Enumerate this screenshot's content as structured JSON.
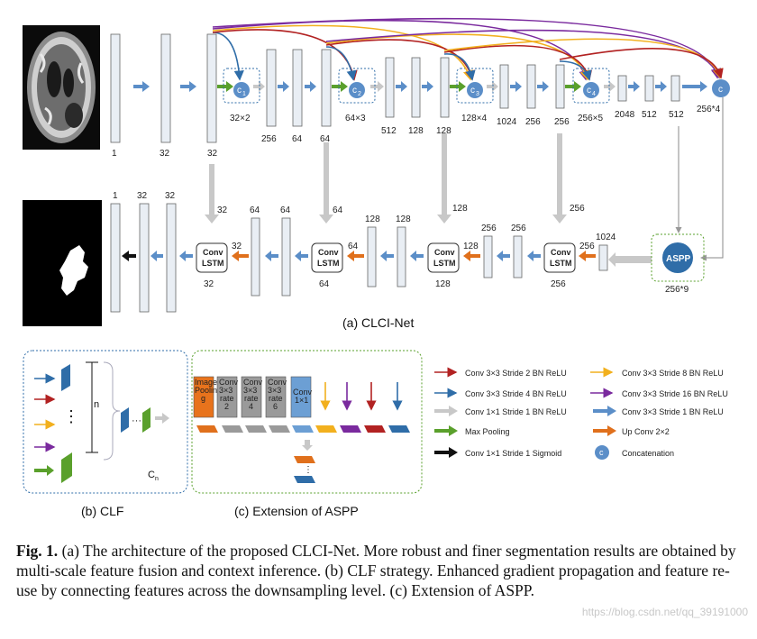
{
  "fig_a": {
    "title": "(a) CLCI-Net",
    "enc_labels": [
      "1",
      "32",
      "32",
      "256",
      "64",
      "64",
      "512",
      "128",
      "128",
      "1024",
      "256",
      "256",
      "2048",
      "512",
      "512"
    ],
    "concat_labels": [
      "32×2",
      "64×3",
      "128×4",
      "256×5",
      "256*4"
    ],
    "aspp_label": "ASPP",
    "aspp_size": "256*9",
    "dec_top": [
      "1",
      "32",
      "32",
      "64",
      "64",
      "128",
      "128",
      "256",
      "256",
      "1024"
    ],
    "dec_side": [
      "32",
      "64",
      "128",
      "256"
    ],
    "dec_small": [
      "32",
      "64",
      "128",
      "256"
    ],
    "dec_bottom": [
      "32",
      "64",
      "128",
      "256"
    ],
    "lstm_line1": "Conv",
    "lstm_line2": "LSTM",
    "c_symbol": "c",
    "c_subs": [
      "1",
      "2",
      "3",
      "4"
    ]
  },
  "fig_b": {
    "title": "(b) CLF",
    "n_label": "n",
    "cn_label": "C",
    "cn_sub": "n",
    "dots": "⋮",
    "hdots": "···"
  },
  "fig_c": {
    "title": "(c) Extension of ASPP",
    "branches": [
      {
        "l1": "Image",
        "l2": "Poolin",
        "l3": "g",
        "color": "#e8731c"
      },
      {
        "l1": "Conv",
        "l2": "3×3",
        "l3": "rate",
        "l4": "2",
        "color": "#9a9a9a"
      },
      {
        "l1": "Conv",
        "l2": "3×3",
        "l3": "rate",
        "l4": "4",
        "color": "#9a9a9a"
      },
      {
        "l1": "Conv",
        "l2": "3×3",
        "l3": "rate",
        "l4": "6",
        "color": "#9a9a9a"
      },
      {
        "l1": "Conv",
        "l2": "1×1",
        "color": "#6c9fd4"
      }
    ]
  },
  "legend": [
    {
      "text": "Conv 3×3 Stride  2  BN ReLU",
      "color": "#b22222",
      "type": "line"
    },
    {
      "text": "Conv 3×3 Stride  4  BN ReLU",
      "color": "#2f6da8",
      "type": "line"
    },
    {
      "text": "Conv 1×1 Stride  1  BN ReLU",
      "color": "#c8c8c8",
      "type": "block"
    },
    {
      "text": "Max Pooling",
      "color": "#5aa02c",
      "type": "block"
    },
    {
      "text": "Conv 1×1 Stride  1  Sigmoid",
      "color": "#111111",
      "type": "block"
    },
    {
      "text": "Conv 3×3 Stride  8  BN ReLU",
      "color": "#f2b01e",
      "type": "line"
    },
    {
      "text": "Conv 3×3 Stride 16 BN ReLU",
      "color": "#7a2a9e",
      "type": "line"
    },
    {
      "text": "Conv 3×3 Stride  1  BN ReLU",
      "color": "#5b8ec8",
      "type": "block"
    },
    {
      "text": "Up  Conv 2×2",
      "color": "#e0701c",
      "type": "block"
    },
    {
      "text": "Concatenation",
      "color": "#5b8ec8",
      "type": "circle"
    }
  ],
  "caption": {
    "fig": "Fig. 1.",
    "text": " (a) The architecture of the proposed CLCI-Net. More robust and finer segmentation results are obtained by multi-scale feature fusion and context inference. (b) CLF strategy. Enhanced gradient propagation and feature re-use by connecting features across the downsampling level. (c) Extension of ASPP."
  },
  "watermark": "https://blog.csdn.net/qq_39191000",
  "colors": {
    "blue": "#5b8ec8",
    "green": "#5aa02c",
    "orange": "#e0701c",
    "gray": "#c8c8c8",
    "red": "#b22222",
    "yellow": "#f2b01e",
    "purple": "#7a2a9e",
    "darkblue": "#2f6da8"
  }
}
